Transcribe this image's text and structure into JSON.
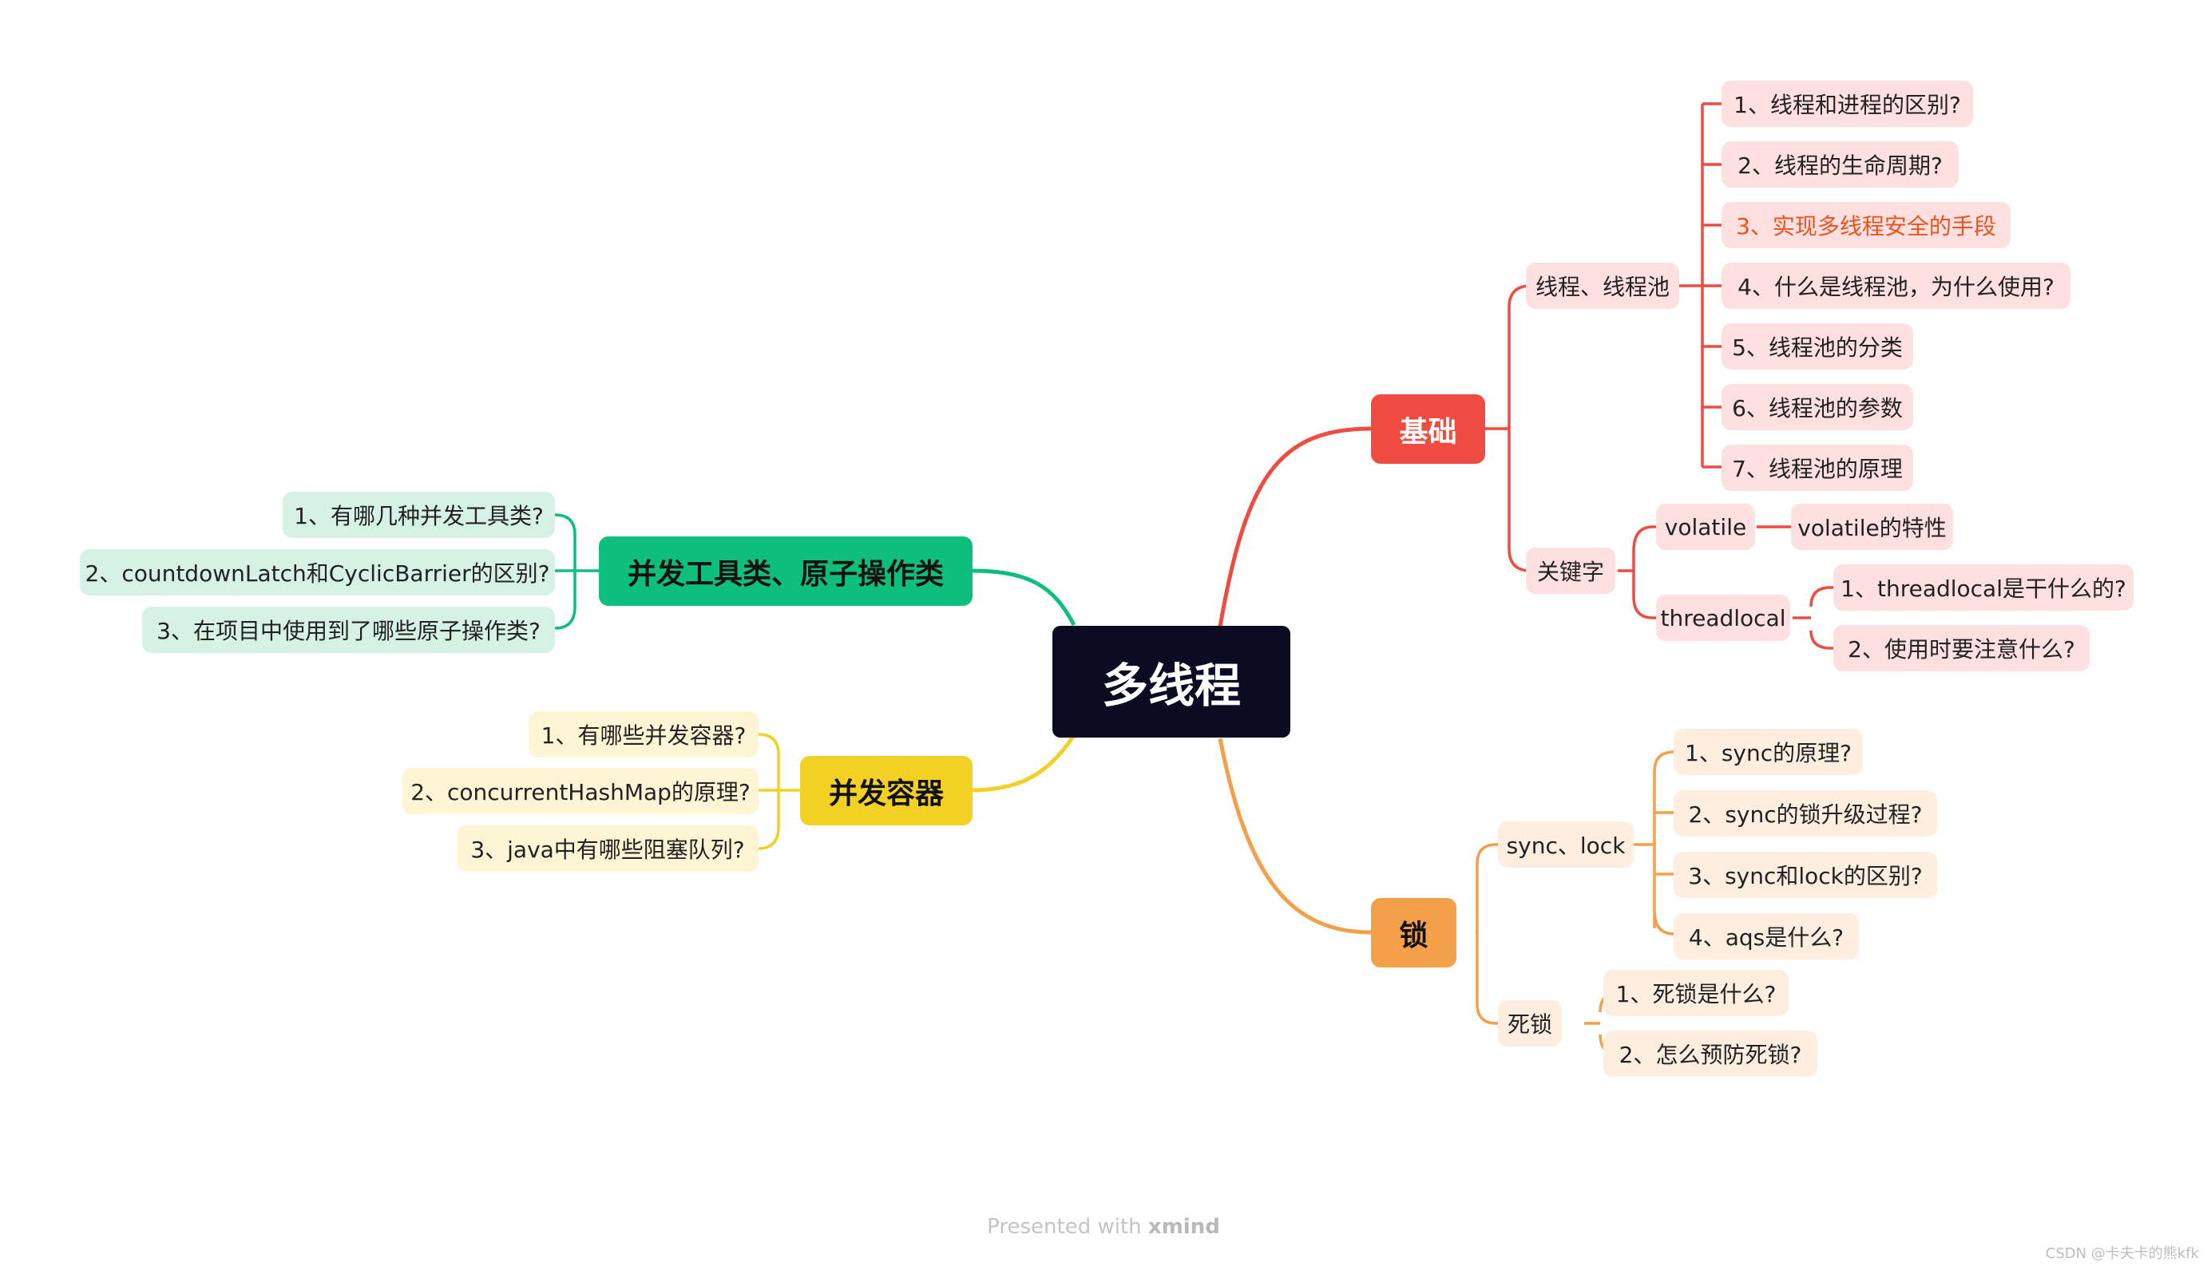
{
  "central": "多线程",
  "branches": {
    "basics": {
      "label": "基础",
      "color": "#f04b40",
      "threads": {
        "label": "线程、线程池",
        "items": [
          "1、线程和进程的区别?",
          "2、线程的生命周期?",
          "3、实现多线程安全的手段",
          "4、什么是线程池，为什么使用?",
          "5、线程池的分类",
          "6、线程池的参数",
          "7、线程池的原理"
        ]
      },
      "keywords": {
        "label": "关键字",
        "volatile": {
          "label": "volatile",
          "items": [
            "volatile的特性"
          ]
        },
        "threadlocal": {
          "label": "threadlocal",
          "items": [
            "1、threadlocal是干什么的?",
            "2、使用时要注意什么?"
          ]
        }
      }
    },
    "locks": {
      "label": "锁",
      "color": "#f4a04b",
      "sync": {
        "label": "sync、lock",
        "items": [
          "1、sync的原理?",
          "2、sync的锁升级过程?",
          "3、sync和lock的区别?",
          "4、aqs是什么?"
        ]
      },
      "deadlock": {
        "label": "死锁",
        "items": [
          "1、死锁是什么?",
          "2、怎么预防死锁?"
        ]
      }
    },
    "tools": {
      "label": "并发工具类、原子操作类",
      "color": "#0dbf7b",
      "items": [
        "1、有哪几种并发工具类?",
        "2、countdownLatch和CyclicBarrier的区别?",
        "3、在项目中使用到了哪些原子操作类?"
      ]
    },
    "containers": {
      "label": "并发容器",
      "color": "#f2d024",
      "items": [
        "1、有哪些并发容器?",
        "2、concurrentHashMap的原理?",
        "3、java中有哪些阻塞队列?"
      ]
    }
  },
  "footer": {
    "prefix": "Presented with",
    "brand": "xmind"
  },
  "watermark": "CSDN @卡夫卡的熊kfk"
}
